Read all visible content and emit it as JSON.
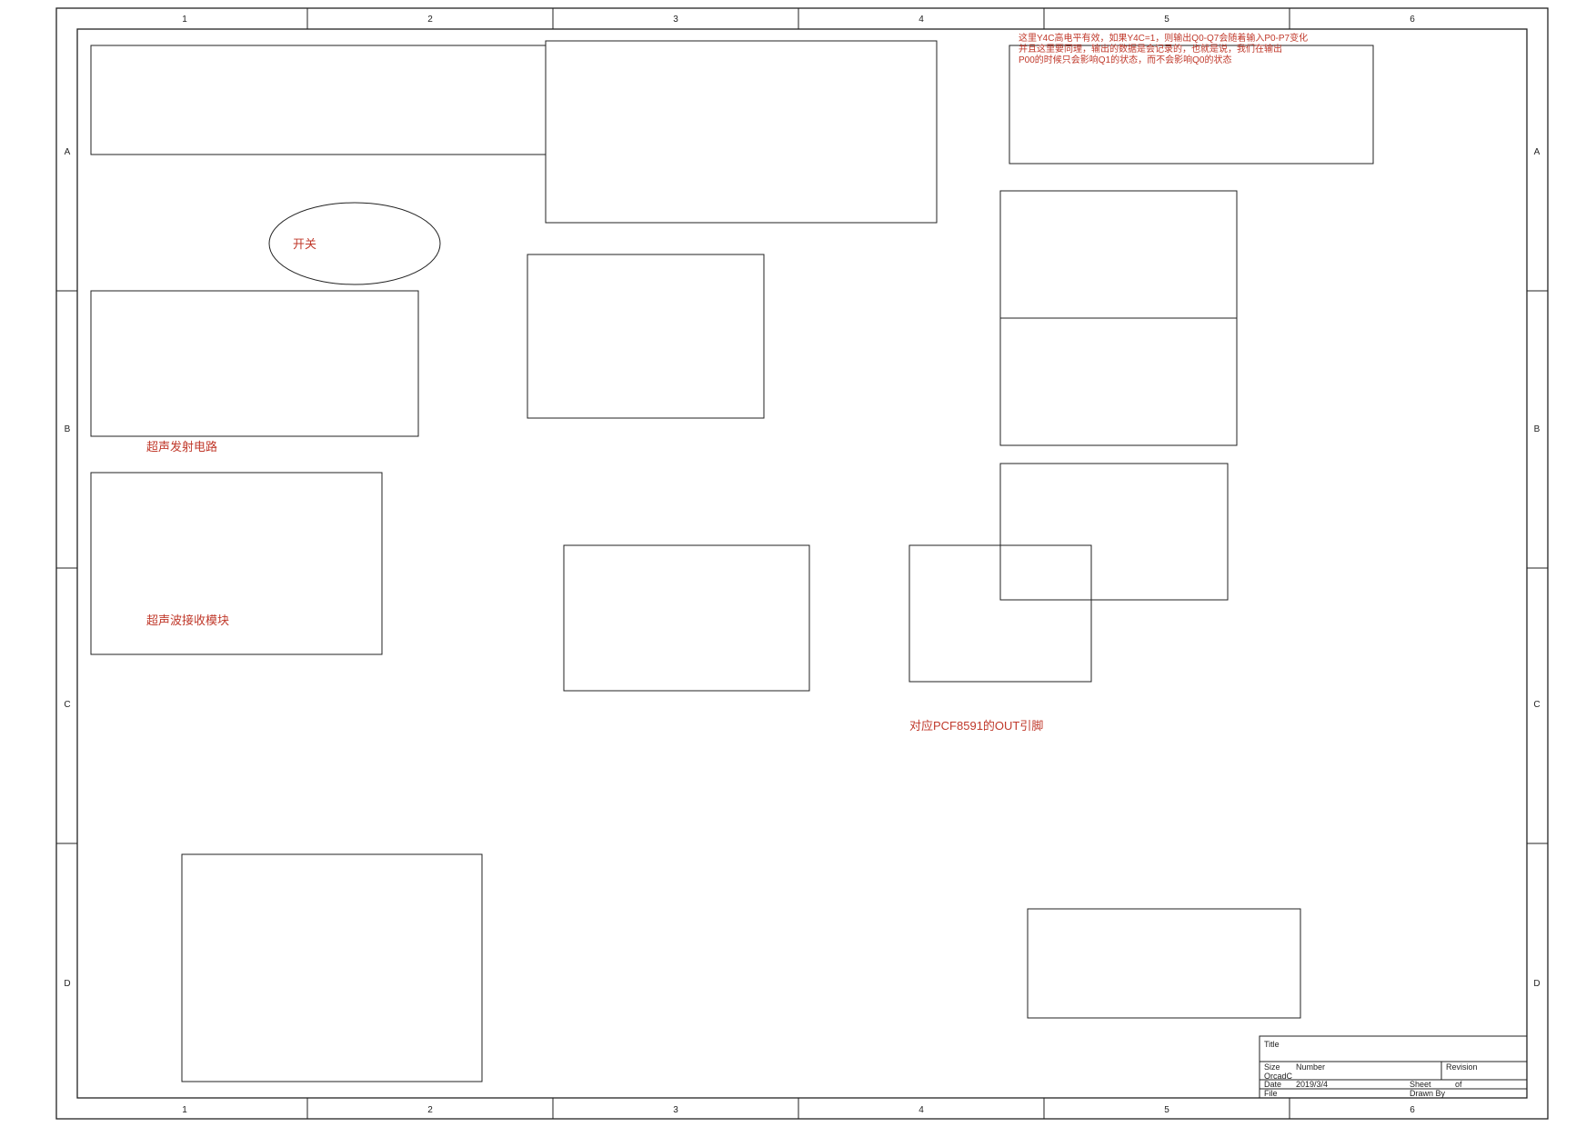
{
  "grid": {
    "cols": [
      "1",
      "2",
      "3",
      "4",
      "5",
      "6"
    ],
    "rows": [
      "A",
      "B",
      "C",
      "D"
    ]
  },
  "zones": [
    {
      "key": "switch",
      "label": "开关",
      "colour": "#c0392b"
    },
    {
      "key": "tx",
      "label": "超声发射电路",
      "colour": "#c0392b"
    },
    {
      "key": "rx",
      "label": "超声波接收模块",
      "colour": "#c0392b"
    },
    {
      "key": "pcf",
      "label": "对应PCF8591的OUT引脚",
      "colour": "#c0392b"
    }
  ],
  "annotations": {
    "top_right_note_1": "这里Y4C高电平有效，如果Y4C=1，则输出Q0-Q7会随着输入P0-P7变化",
    "top_right_note_2": "并且这里要同理，输出的数据是会记录的，也就是说，我们在输出",
    "top_right_note_3": "P00的时候只会影响Q1的状态，而不会影响Q0的状态"
  },
  "title_block": {
    "title_label": "Title",
    "size_label": "Size",
    "number_label": "Number",
    "revision_label": "Revision",
    "size_value": "OrcadC",
    "date_label": "Date",
    "date_value": "2019/3/4",
    "sheet_label": "Sheet",
    "of_label": "of",
    "file_label": "File",
    "drawn_by_label": "Drawn By"
  },
  "colors": {
    "border": "#222222",
    "accent": "#c0392b"
  }
}
